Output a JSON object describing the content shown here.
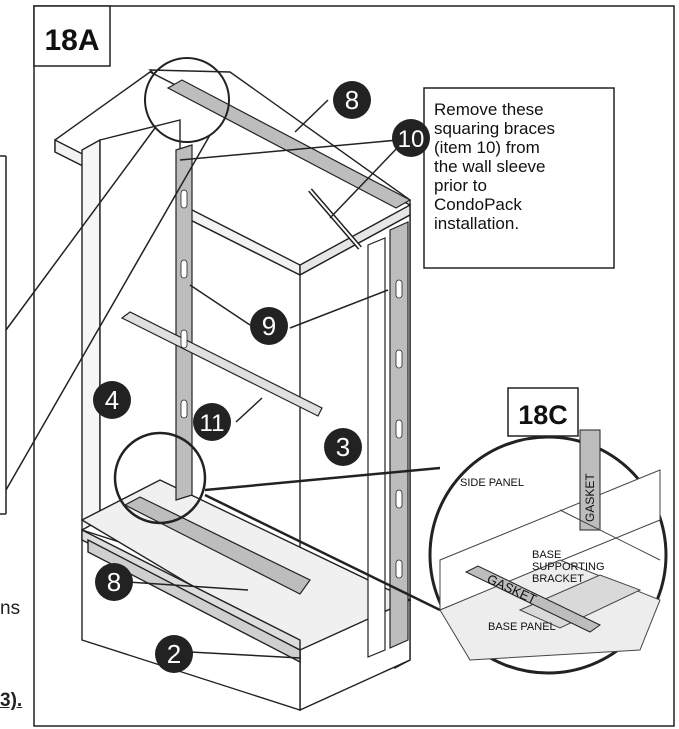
{
  "figure": {
    "label_main": "18A",
    "label_detail": "18C",
    "callout_note": "Remove these\nsquaring braces\n(item 10) from\nthe wall sleeve\nprior to\nCondoPack\ninstallation.",
    "parts": {
      "p8_top": "8",
      "p10": "10",
      "p9": "9",
      "p4": "4",
      "p11": "11",
      "p3": "3",
      "p8_bottom": "8",
      "p2": "2"
    },
    "detail_labels": {
      "side_panel": "SIDE PANEL",
      "gasket_vertical": "GASKET",
      "gasket_horizontal": "GASKET",
      "base_bracket_1": "BASE",
      "base_bracket_2": "SUPPORTING",
      "base_bracket_3": "BRACKET",
      "base_panel": "BASE PANEL"
    }
  },
  "left_text_fragments": {
    "frag_a": "ns",
    "frag_b": "3)."
  }
}
